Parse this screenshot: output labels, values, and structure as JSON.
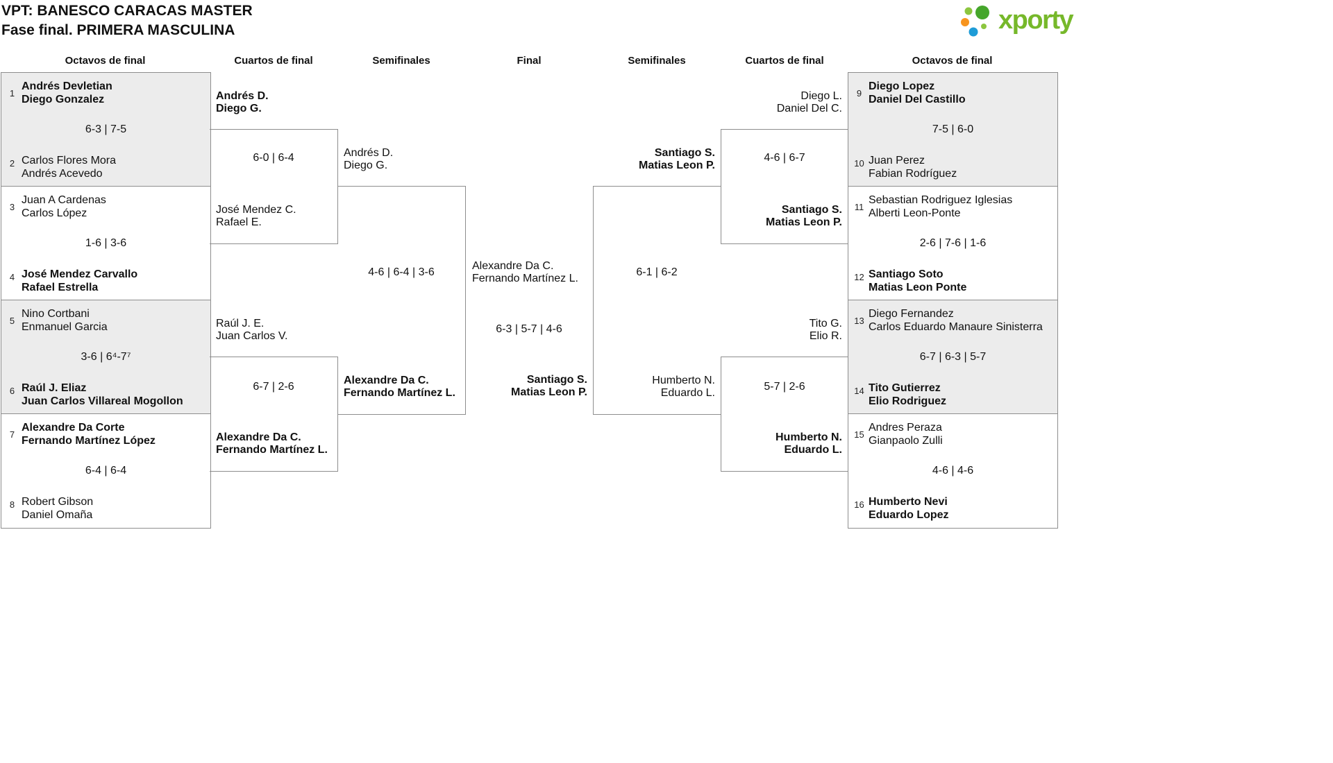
{
  "header": {
    "title": "VPT: BANESCO CARACAS MASTER",
    "subtitle": "Fase final. PRIMERA MASCULINA"
  },
  "logo": {
    "text": "xporty",
    "text_color": "#76b82a",
    "dot_colors": [
      "#8cc63f",
      "#45a62b",
      "#f7941e",
      "#1e9cd7",
      "#8cc63f"
    ]
  },
  "round_headers": [
    "Octavos de final",
    "Cuartos de final",
    "Semifinales",
    "Final",
    "Semifinales",
    "Cuartos de final",
    "Octavos de final"
  ],
  "colors": {
    "shaded_match_bg": "#ececec",
    "bracket_line": "#8d8d8d"
  },
  "r16_left": [
    {
      "top": {
        "seed": "1",
        "p1": "Andrés Devletian",
        "p2": "Diego Gonzalez",
        "winner": true
      },
      "score": "6-3 | 7-5",
      "bottom": {
        "seed": "2",
        "p1": "Carlos Flores Mora",
        "p2": "Andrés Acevedo",
        "winner": false
      }
    },
    {
      "top": {
        "seed": "3",
        "p1": "Juan A Cardenas",
        "p2": "Carlos López",
        "winner": false
      },
      "score": "1-6 | 3-6",
      "bottom": {
        "seed": "4",
        "p1": "José Mendez Carvallo",
        "p2": "Rafael Estrella",
        "winner": true
      }
    },
    {
      "top": {
        "seed": "5",
        "p1": "Nino Cortbani",
        "p2": "Enmanuel Garcia",
        "winner": false
      },
      "score": "3-6 | 6⁴-7⁷",
      "bottom": {
        "seed": "6",
        "p1": "Raúl J. Eliaz",
        "p2": "Juan Carlos Villareal Mogollon",
        "winner": true
      }
    },
    {
      "top": {
        "seed": "7",
        "p1": "Alexandre Da Corte",
        "p2": "Fernando Martínez López",
        "winner": true
      },
      "score": "6-4 | 6-4",
      "bottom": {
        "seed": "8",
        "p1": "Robert Gibson",
        "p2": "Daniel Omaña",
        "winner": false
      }
    }
  ],
  "r16_right": [
    {
      "top": {
        "seed": "9",
        "p1": "Diego Lopez",
        "p2": "Daniel Del Castillo",
        "winner": true
      },
      "score": "7-5 | 6-0",
      "bottom": {
        "seed": "10",
        "p1": "Juan Perez",
        "p2": "Fabian Rodríguez",
        "winner": false
      }
    },
    {
      "top": {
        "seed": "11",
        "p1": "Sebastian Rodriguez Iglesias",
        "p2": "Alberti Leon-Ponte",
        "winner": false
      },
      "score": "2-6 | 7-6 | 1-6",
      "bottom": {
        "seed": "12",
        "p1": "Santiago Soto",
        "p2": "Matias Leon Ponte",
        "winner": true
      }
    },
    {
      "top": {
        "seed": "13",
        "p1": "Diego Fernandez",
        "p2": "Carlos Eduardo Manaure Sinisterra",
        "winner": false
      },
      "score": "6-7 | 6-3 | 5-7",
      "bottom": {
        "seed": "14",
        "p1": "Tito Gutierrez",
        "p2": "Elio Rodriguez",
        "winner": true
      }
    },
    {
      "top": {
        "seed": "15",
        "p1": "Andres Peraza",
        "p2": "Gianpaolo Zulli",
        "winner": false
      },
      "score": "4-6 | 4-6",
      "bottom": {
        "seed": "16",
        "p1": "Humberto Nevi",
        "p2": "Eduardo Lopez",
        "winner": true
      }
    }
  ],
  "qf_left": [
    {
      "top": {
        "p1": "Andrés D.",
        "p2": "Diego G.",
        "winner": true
      },
      "score": "6-0 | 6-4",
      "bottom": {
        "p1": "José Mendez C.",
        "p2": "Rafael E.",
        "winner": false
      }
    },
    {
      "top": {
        "p1": "Raúl J. E.",
        "p2": "Juan Carlos V.",
        "winner": false
      },
      "score": "6-7 | 2-6",
      "bottom": {
        "p1": "Alexandre Da C.",
        "p2": "Fernando Martínez L.",
        "winner": true
      }
    }
  ],
  "qf_right": [
    {
      "top": {
        "p1": "Diego L.",
        "p2": "Daniel Del C.",
        "winner": false
      },
      "score": "4-6 | 6-7",
      "bottom": {
        "p1": "Santiago S.",
        "p2": "Matias Leon P.",
        "winner": true
      }
    },
    {
      "top": {
        "p1": "Tito G.",
        "p2": "Elio R.",
        "winner": false
      },
      "score": "5-7 | 2-6",
      "bottom": {
        "p1": "Humberto N.",
        "p2": "Eduardo L.",
        "winner": true
      }
    }
  ],
  "sf_left": {
    "top": {
      "p1": "Andrés D.",
      "p2": "Diego G.",
      "winner": false
    },
    "score": "4-6 | 6-4 | 3-6",
    "bottom": {
      "p1": "Alexandre Da C.",
      "p2": "Fernando Martínez L.",
      "winner": true
    }
  },
  "sf_right": {
    "top": {
      "p1": "Santiago S.",
      "p2": "Matias Leon P.",
      "winner": true
    },
    "score": "6-1 | 6-2",
    "bottom": {
      "p1": "Humberto N.",
      "p2": "Eduardo L.",
      "winner": false
    }
  },
  "final": {
    "top": {
      "p1": "Alexandre Da C.",
      "p2": "Fernando Martínez L.",
      "winner": false
    },
    "score": "6-3 | 5-7 | 4-6",
    "bottom": {
      "p1": "Santiago S.",
      "p2": "Matias Leon P.",
      "winner": true
    }
  }
}
